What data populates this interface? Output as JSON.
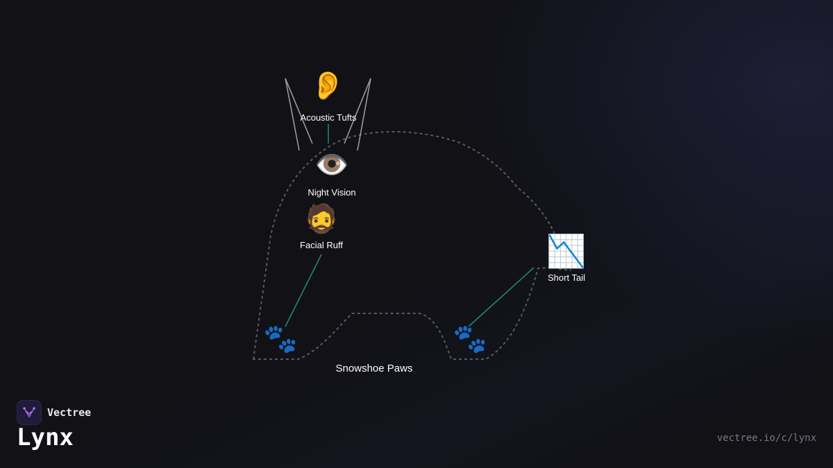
{
  "title": "Lynx",
  "brand": {
    "name": "Vectree",
    "logo_icon": "lynx-logo-icon",
    "accent": "#9b5de5"
  },
  "url": "vectree.io/c/lynx",
  "colors": {
    "connector": "#1a8a78",
    "outline": "#5a5a62",
    "whisker": "#9a9aa0"
  },
  "nodes": {
    "acoustic_tufts": {
      "label": "Acoustic Tufts",
      "icon": "ear-icon",
      "glyph": "👂"
    },
    "night_vision": {
      "label": "Night Vision",
      "icon": "eye-icon",
      "glyph": "👁️"
    },
    "facial_ruff": {
      "label": "Facial Ruff",
      "icon": "bearded-face-icon",
      "glyph": "🧔"
    },
    "short_tail": {
      "label": "Short Tail",
      "icon": "chart-decreasing-icon",
      "glyph": "📉"
    },
    "snowshoe_paws": {
      "label": "Snowshoe Paws",
      "icon": "paw-prints-icon",
      "glyph": "🐾"
    }
  }
}
